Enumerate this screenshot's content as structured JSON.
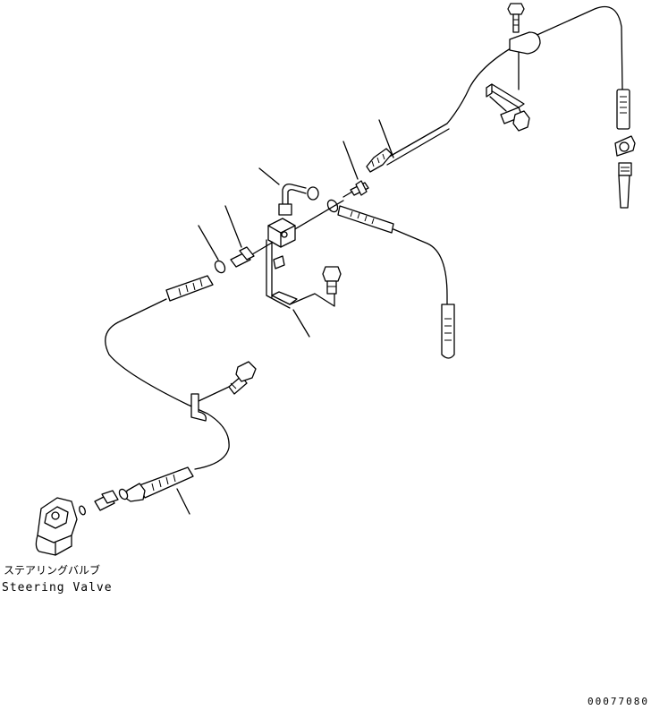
{
  "labels": {
    "steering_valve_jp": "ステアリングバルブ",
    "steering_valve_en": "Steering Valve",
    "drawing_number": "00077080"
  },
  "colors": {
    "line": "#000000",
    "background": "#ffffff"
  }
}
